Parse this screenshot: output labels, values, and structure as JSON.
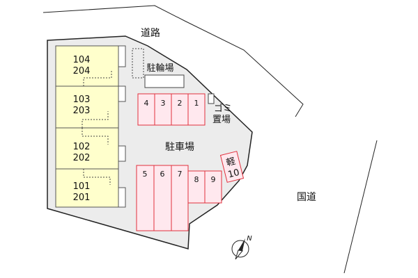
{
  "road_label": "道路",
  "national_road_label": "国道",
  "bicycle_parking_label": "駐輪場",
  "parking_lot_label": "駐車場",
  "garbage_label_line1": "ゴミ",
  "garbage_label_line2": "置場",
  "compass_label": "N",
  "units": [
    {
      "top": "104",
      "bottom": "204"
    },
    {
      "top": "103",
      "bottom": "203"
    },
    {
      "top": "102",
      "bottom": "202"
    },
    {
      "top": "101",
      "bottom": "201"
    }
  ],
  "parking_upper": [
    "4",
    "3",
    "2",
    "1"
  ],
  "parking_lower_tall": [
    "5",
    "6",
    "7"
  ],
  "parking_lower_short": [
    "8",
    "9"
  ],
  "kei_space": {
    "kanji": "軽",
    "number": "10"
  },
  "colors": {
    "site_fill": "#ececec",
    "building_fill": "#ffffcc",
    "parking_stroke": "#e0303c",
    "parking_fill": "#ffe8ee"
  }
}
